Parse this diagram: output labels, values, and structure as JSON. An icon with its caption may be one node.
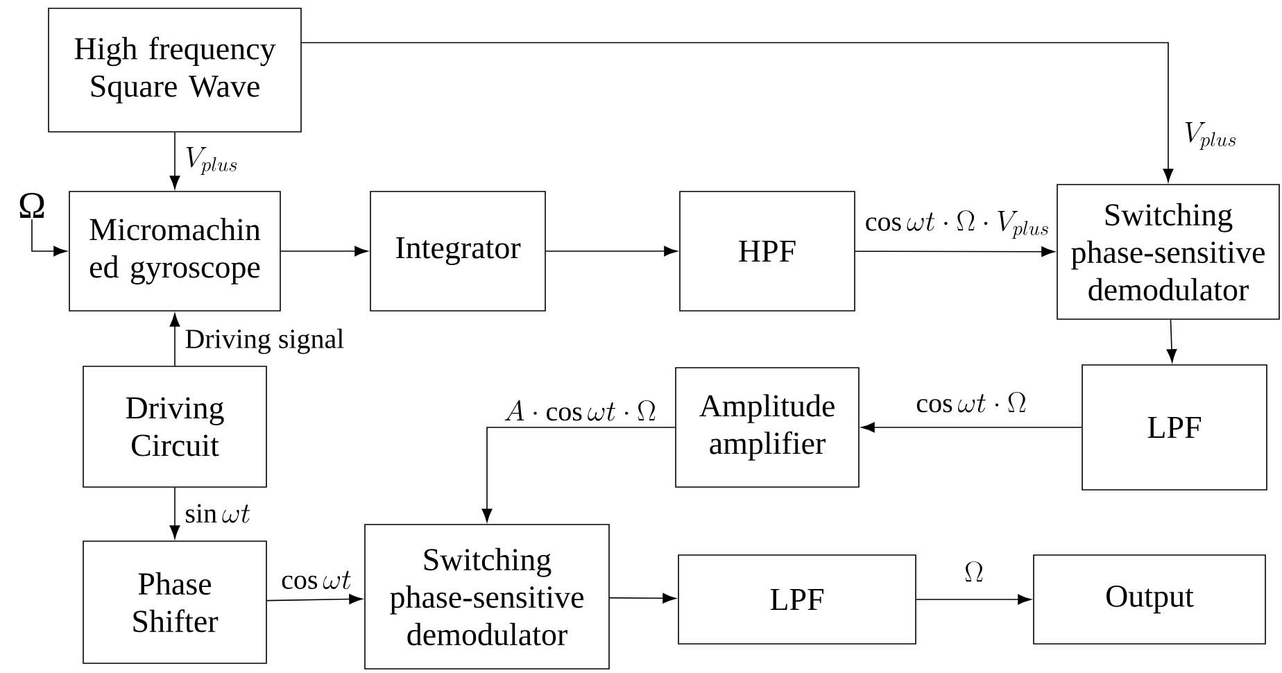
{
  "diagram": {
    "nodes": [
      {
        "text": [
          "High frequency Square Wave"
        ]
      },
      {
        "text": [
          "Micromachin ed gyroscope"
        ]
      },
      {
        "text": [
          "Integrator"
        ]
      },
      {
        "text": [
          "HPF"
        ]
      },
      {
        "text": [
          "Switching phase-sensitive demodulator"
        ]
      },
      {
        "text": [
          "LPF"
        ]
      },
      {
        "text": [
          "Amplitude amplifier"
        ]
      },
      {
        "text": [
          "Driving Circuit"
        ]
      },
      {
        "text": [
          "Phase Shifter"
        ]
      },
      {
        "text": [
          "Switching phase-sensitive demodulator"
        ]
      },
      {
        "text": [
          "LPF"
        ]
      },
      {
        "text": [
          "Output"
        ]
      },
      {
        "text": [
          "Ω"
        ]
      }
    ],
    "edges": [
      {
        "from": 0,
        "to": 1,
        "arrow": "to",
        "label": "V_{plus}"
      },
      {
        "from": 0,
        "to": 4,
        "arrow": "to",
        "label": "V_{plus}"
      },
      {
        "from": 12,
        "to": 1,
        "arrow": "to"
      },
      {
        "from": 1,
        "to": 2,
        "arrow": "to"
      },
      {
        "from": 2,
        "to": 3,
        "arrow": "to"
      },
      {
        "from": 3,
        "to": 4,
        "arrow": "to",
        "label": "\\cos\\omega t\\cdot\\Omega\\cdot V_{plus}"
      },
      {
        "from": 4,
        "to": 5,
        "arrow": "to"
      },
      {
        "from": 5,
        "to": 6,
        "arrow": "to",
        "label": "\\cos\\omega t\\cdot\\Omega"
      },
      {
        "from": 6,
        "to": 9,
        "arrow": "to",
        "label": "A\\cdot\\cos\\omega t\\cdot\\Omega"
      },
      {
        "from": 7,
        "to": 1,
        "arrow": "to",
        "label": "Driving signal"
      },
      {
        "from": 7,
        "to": 8,
        "arrow": "to",
        "label": "\\sin\\omega t"
      },
      {
        "from": 8,
        "to": 9,
        "arrow": "to",
        "label": "\\cos\\omega t"
      },
      {
        "from": 9,
        "to": 10,
        "arrow": "to"
      },
      {
        "from": 10,
        "to": 11,
        "arrow": "to",
        "label": "\\Omega"
      }
    ]
  }
}
